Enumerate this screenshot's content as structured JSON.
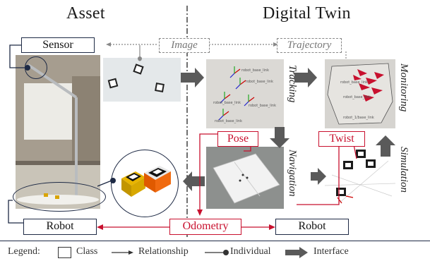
{
  "headings": {
    "asset": "Asset",
    "digital_twin": "Digital Twin"
  },
  "boxes": {
    "sensor": "Sensor",
    "robot_asset": "Robot",
    "robot_twin": "Robot",
    "image": "Image",
    "trajectory": "Trajectory",
    "pose": "Pose",
    "twist": "Twist",
    "odometry": "Odometry"
  },
  "labels": {
    "tracking": "Tracking",
    "monitoring": "Monitoring",
    "navigation": "Navigation",
    "simulation": "Simulation"
  },
  "legend": {
    "prefix": "Legend:",
    "class": "Class",
    "relationship": "Relationship",
    "individual": "Individual",
    "interface": "Interface"
  },
  "colors": {
    "red": "#c8102e",
    "navy": "#1e2a45",
    "grey_arrow": "#5a5a5a"
  }
}
